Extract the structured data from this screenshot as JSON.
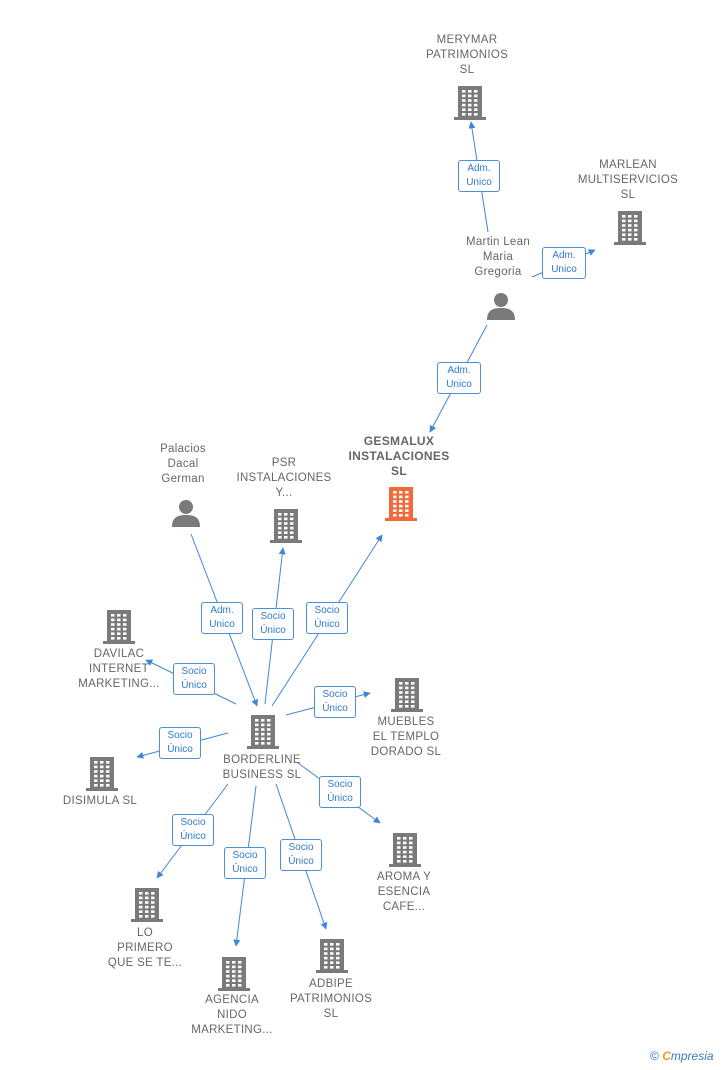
{
  "colors": {
    "edge": "#3d87d8",
    "icon": "#7a7a7a",
    "focus_icon": "#f26a3a",
    "label": "#666666"
  },
  "nodes": {
    "merymar": {
      "label": "MERYMAR\nPATRIMONIOS\nSL",
      "icon": "building-icon"
    },
    "marlean": {
      "label": "MARLEAN\nMULTISERVICIOS\nSL",
      "icon": "building-icon"
    },
    "martin": {
      "label": "Martin Lean\nMaria\nGregoria",
      "icon": "person-icon"
    },
    "gesmalux": {
      "label": "GESMALUX\nINSTALACIONES\nSL",
      "icon": "building-icon"
    },
    "palacios": {
      "label": "Palacios\nDacal\nGerman",
      "icon": "person-icon"
    },
    "psr": {
      "label": "PSR\nINSTALACIONES\nY...",
      "icon": "building-icon"
    },
    "davilac": {
      "label": "DAVILAC\nINTERNET\nMARKETING...",
      "icon": "building-icon"
    },
    "borderline": {
      "label": "BORDERLINE\nBUSINESS  SL",
      "icon": "building-icon"
    },
    "muebles": {
      "label": "MUEBLES\nEL TEMPLO\nDORADO  SL",
      "icon": "building-icon"
    },
    "disimula": {
      "label": "DISIMULA  SL",
      "icon": "building-icon"
    },
    "aroma": {
      "label": "AROMA Y\nESENCIA\nCAFE...",
      "icon": "building-icon"
    },
    "lo_primero": {
      "label": "LO\nPRIMERO\nQUE SE TE...",
      "icon": "building-icon"
    },
    "agencia": {
      "label": "AGENCIA\nNIDO\nMARKETING...",
      "icon": "building-icon"
    },
    "adbipe": {
      "label": "ADBIPE\nPATRIMONIOS\nSL",
      "icon": "building-icon"
    }
  },
  "relations": {
    "martin_merymar": "Adm.\nUnico",
    "martin_marlean": "Adm.\nUnico",
    "martin_gesmalux": "Adm.\nUnico",
    "palacios_borderline": "Adm.\nUnico",
    "borderline_psr": "Socio\nÚnico",
    "borderline_gesmalux": "Socio\nÚnico",
    "borderline_davilac": "Socio\nÚnico",
    "borderline_muebles": "Socio\nÚnico",
    "borderline_disimula": "Socio\nÚnico",
    "borderline_aroma": "Socio\nÚnico",
    "borderline_lo_primero": "Socio\nÚnico",
    "borderline_agencia": "Socio\nÚnico",
    "borderline_adbipe": "Socio\nÚnico"
  },
  "footer": {
    "copyright_symbol": "©",
    "brand_initial": "C",
    "brand_rest": "mpresia"
  }
}
